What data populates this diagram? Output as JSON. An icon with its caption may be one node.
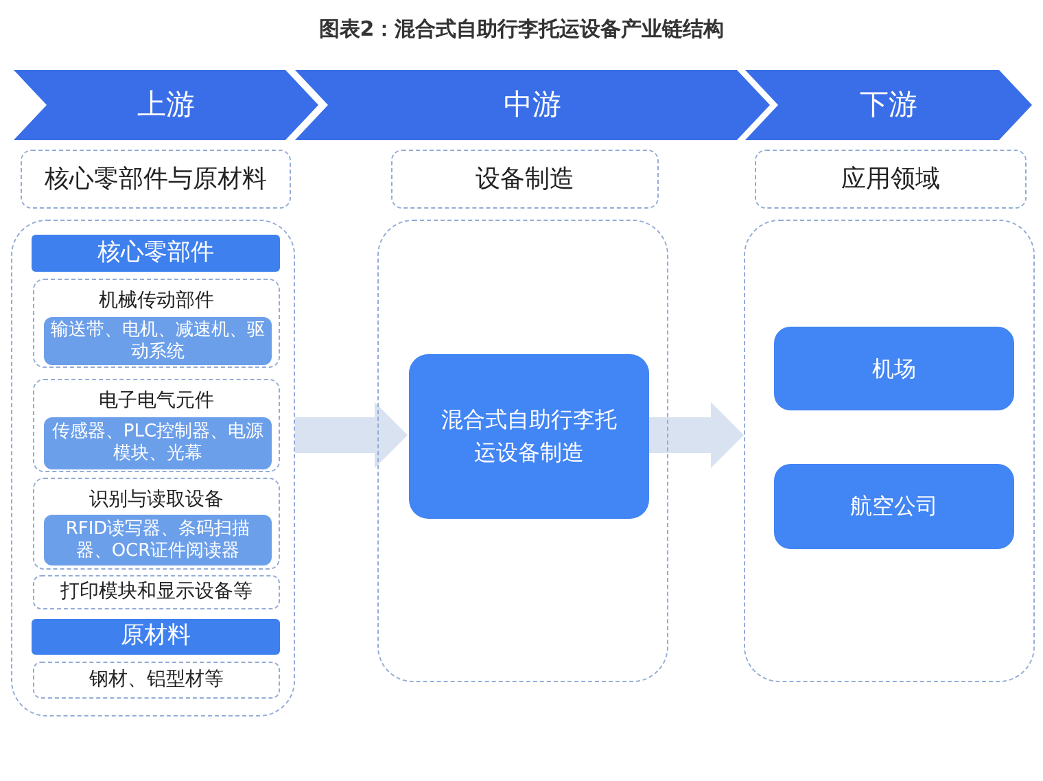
{
  "diagram": {
    "title": "图表2：混合式自助行李托运设备产业链结构",
    "nodes": [
      {
        "text": [
          "上游"
        ]
      },
      {
        "text": [
          "中游"
        ]
      },
      {
        "text": [
          "下游"
        ]
      },
      {
        "text": [
          "核心零部件与原材料"
        ]
      },
      {
        "text": [
          "设备制造"
        ]
      },
      {
        "text": [
          "应用领域"
        ]
      },
      {
        "text": [],
        "shape": "box"
      },
      {
        "text": [
          "核心零部件"
        ],
        "in": 6
      },
      {
        "text": [
          "机械传动部件"
        ],
        "in": 6
      },
      {
        "text": [
          "输送带、电机、减速机、驱动系统"
        ],
        "in": 8
      },
      {
        "text": [
          "电子电气元件"
        ],
        "in": 6
      },
      {
        "text": [
          "传感器、PLC控制器、电源模块、光幕"
        ],
        "in": 10
      },
      {
        "text": [
          "识别与读取设备"
        ],
        "in": 6
      },
      {
        "text": [
          "RFID读写器、条码扫描器、OCR证件阅读器"
        ],
        "in": 12
      },
      {
        "text": [
          "打印模块和显示设备等"
        ],
        "in": 6
      },
      {
        "text": [
          "原材料"
        ],
        "in": 6
      },
      {
        "text": [
          "钢材、铝型材等"
        ],
        "in": 6
      },
      {
        "text": [],
        "shape": "box"
      },
      {
        "text": [
          "混合式自助行李托运设备制造"
        ],
        "in": 17
      },
      {
        "text": [],
        "shape": "box"
      },
      {
        "text": [
          "机场"
        ],
        "in": 19
      },
      {
        "text": [
          "航空公司"
        ],
        "in": 19
      }
    ],
    "edges": [
      {
        "from": 6,
        "to": 18,
        "arrow": "to",
        "style": "thick"
      },
      {
        "from": 18,
        "to": 19,
        "arrow": "to",
        "style": "thick"
      }
    ]
  }
}
